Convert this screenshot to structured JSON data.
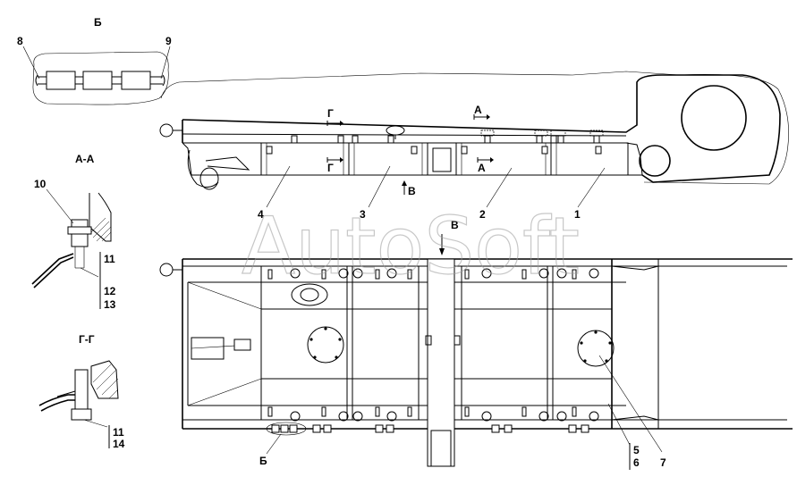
{
  "views": {
    "view_b_title": "Б",
    "view_aa_title": "А-А",
    "view_gg_title": "Г-Г"
  },
  "markers": {
    "section_a": "А",
    "section_g": "Г",
    "view_v_side": "В",
    "view_v_top": "В",
    "view_b_ref": "Б"
  },
  "callouts": {
    "c1": "1",
    "c2": "2",
    "c3": "3",
    "c4": "4",
    "c5": "5",
    "c6": "6",
    "c7": "7",
    "c8": "8",
    "c9": "9",
    "c10": "10",
    "c11a": "11",
    "c12": "12",
    "c13": "13",
    "c11b": "11",
    "c14": "14"
  },
  "watermark": "AutoSoft"
}
